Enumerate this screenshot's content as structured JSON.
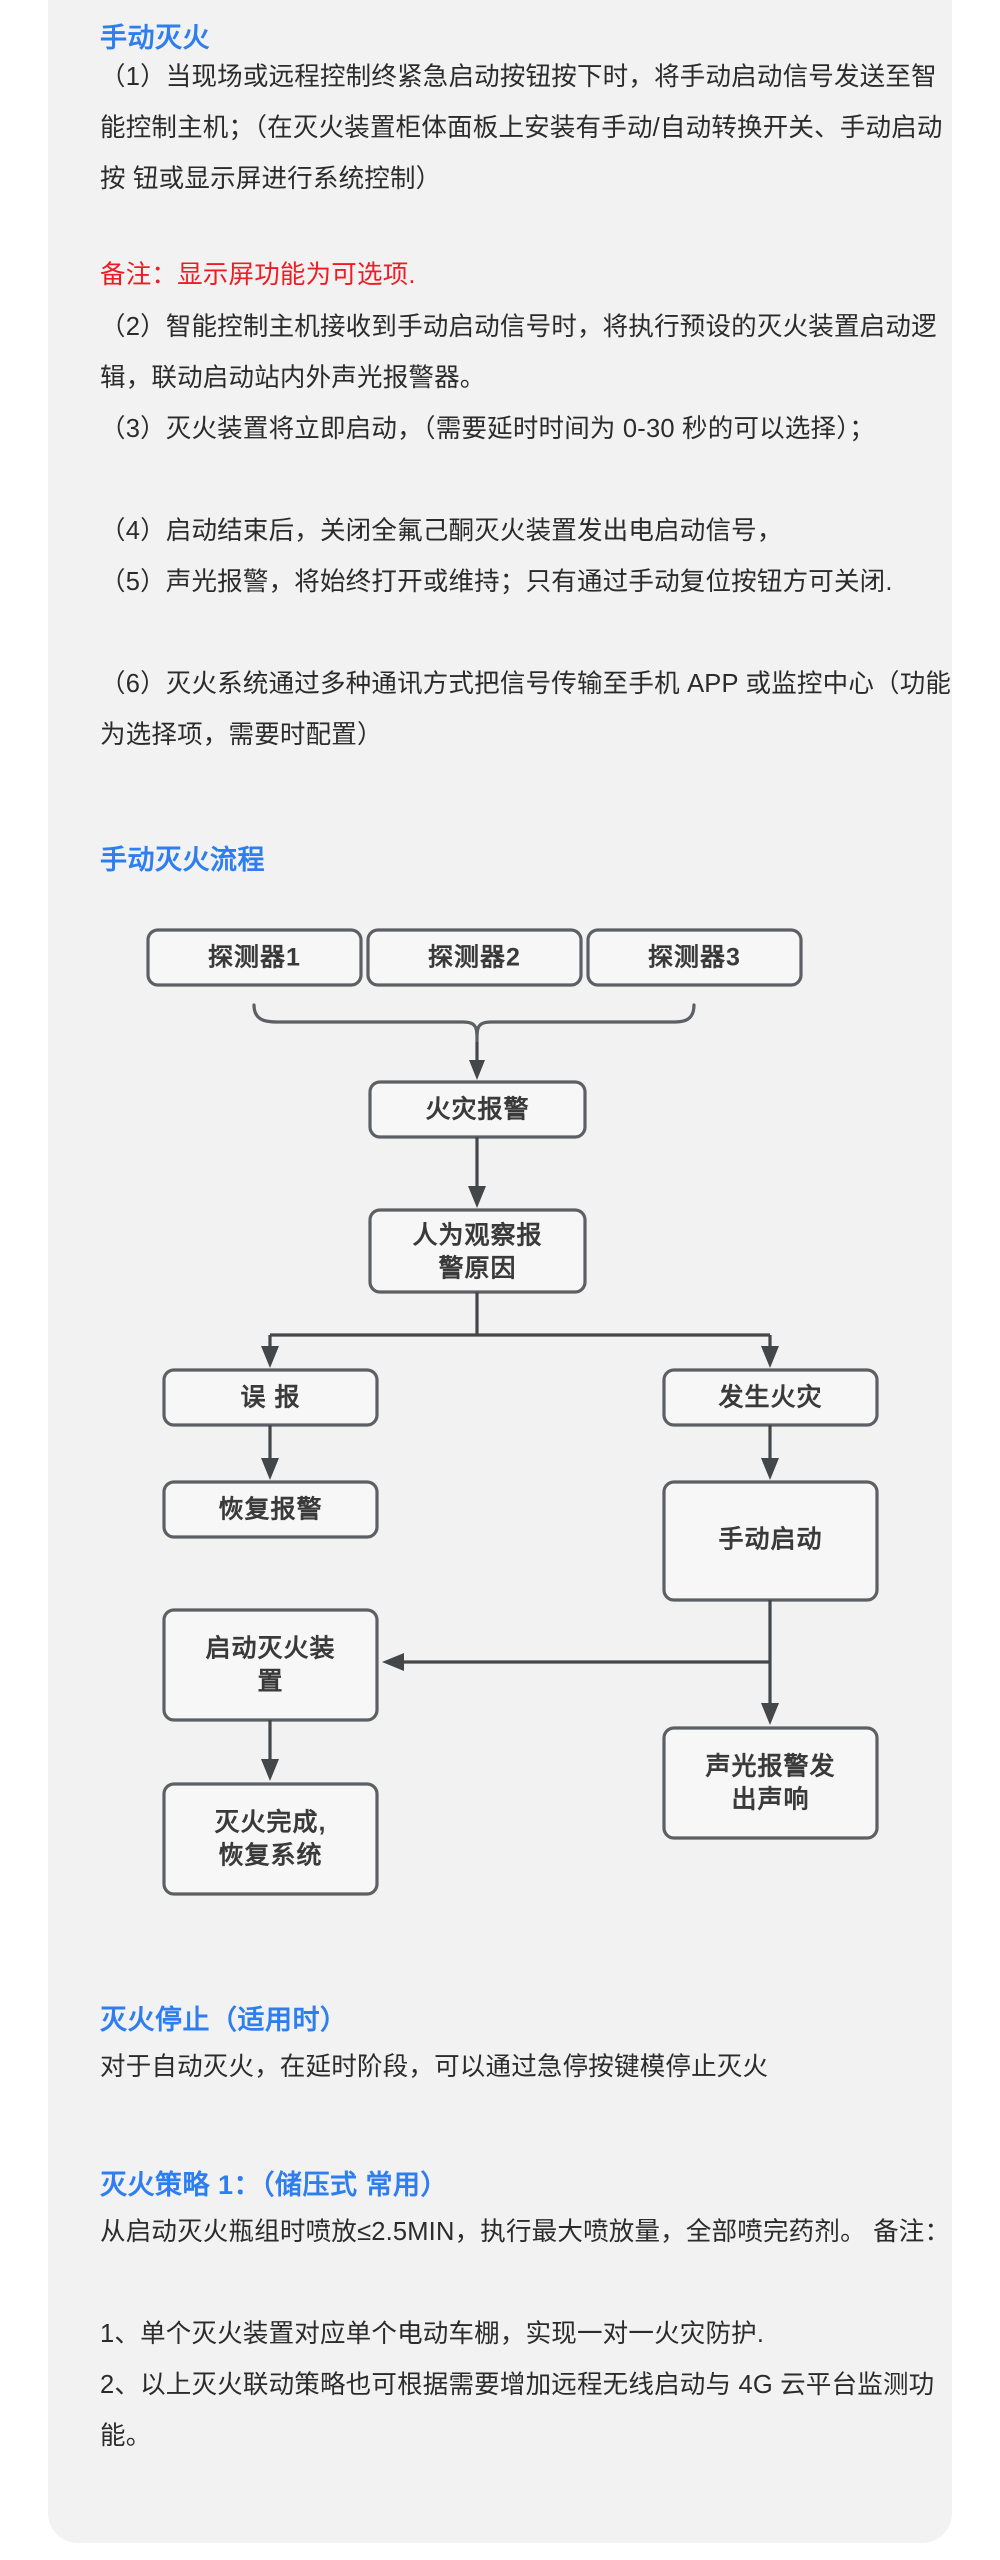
{
  "colors": {
    "heading_blue": "#2f7ef0",
    "note_red": "#ee1c24",
    "body_text": "#2b2b2b",
    "card_bg": "#f2f2f2",
    "page_bg": "#ffffff",
    "flow_stroke": "#5c5f63",
    "flow_fill": "#f7f7f7"
  },
  "sections": {
    "manual_extinguish": {
      "heading": "手动灭火",
      "items": [
        "（1）当现场或远程控制终紧急启动按钮按下时，将手动启动信号发送至智 能控制主机；（在灭火装置柜体面板上安装有手动/自动转换开关、手动启动按 钮或显示屏进行系统控制）",
        "（2）智能控制主机接收到手动启动信号时，将执行预设的灭火装置启动逻 辑，联动启动站内外声光报警器。",
        "（3）灭火装置将立即启动，（需要延时时间为 0-30 秒的可以选择）；",
        "（4）启动结束后，关闭全氟己酮灭火装置发出电启动信号，",
        "（5）声光报警，将始终打开或维持；只有通过手动复位按钮方可关闭.",
        "（6）灭火系统通过多种通讯方式把信号传输至手机 APP 或监控中心（功能 为选择项，需要时配置）"
      ],
      "note": "备注：显示屏功能为可选项."
    },
    "flow": {
      "heading": "手动灭火流程"
    },
    "stop": {
      "heading": "灭火停止（适用时）",
      "body": "对于自动灭火，在延时阶段，可以通过急停按键模停止灭火"
    },
    "strategy": {
      "heading": "灭火策略 1：（储压式 常用）",
      "body": "从启动灭火瓶组时喷放≤2.5MIN，执行最大喷放量，全部喷完药剂。 备注：",
      "notes": [
        "1、单个灭火装置对应单个电动车棚，实现一对一火灾防护.",
        "2、以上灭火联动策略也可根据需要增加远程无线启动与 4G 云平台监测功能。"
      ]
    }
  },
  "chart_data": {
    "type": "diagram",
    "title": "手动灭火流程",
    "nodes": [
      {
        "id": "d1",
        "label": "探测器1",
        "lines": [
          "探测器1"
        ]
      },
      {
        "id": "d2",
        "label": "探测器2",
        "lines": [
          "探测器2"
        ]
      },
      {
        "id": "d3",
        "label": "探测器3",
        "lines": [
          "探测器3"
        ]
      },
      {
        "id": "fire",
        "label": "火灾报警",
        "lines": [
          "火灾报警"
        ]
      },
      {
        "id": "obs",
        "label": "人为观察报警原因",
        "lines": [
          "人为观察报",
          "警原因"
        ]
      },
      {
        "id": "false",
        "label": "误 报",
        "lines": [
          "误  报"
        ]
      },
      {
        "id": "real",
        "label": "发生火灾",
        "lines": [
          "发生火灾"
        ]
      },
      {
        "id": "rest",
        "label": "恢复报警",
        "lines": [
          "恢复报警"
        ]
      },
      {
        "id": "man",
        "label": "手动启动",
        "lines": [
          "手动启动"
        ]
      },
      {
        "id": "start",
        "label": "启动灭火装置",
        "lines": [
          "启动灭火装",
          "置"
        ]
      },
      {
        "id": "done",
        "label": "灭火完成,恢复系统",
        "lines": [
          "灭火完成,",
          "恢复系统"
        ]
      },
      {
        "id": "sound",
        "label": "声光报警发出声响",
        "lines": [
          "声光报警发",
          "出声响"
        ]
      }
    ],
    "edges": [
      {
        "from": "d1",
        "to": "fire",
        "style": "brace"
      },
      {
        "from": "d2",
        "to": "fire",
        "style": "brace"
      },
      {
        "from": "d3",
        "to": "fire",
        "style": "brace"
      },
      {
        "from": "fire",
        "to": "obs",
        "style": "arrow"
      },
      {
        "from": "obs",
        "to": "false",
        "style": "arrow"
      },
      {
        "from": "obs",
        "to": "real",
        "style": "arrow"
      },
      {
        "from": "false",
        "to": "rest",
        "style": "arrow"
      },
      {
        "from": "real",
        "to": "man",
        "style": "arrow"
      },
      {
        "from": "man",
        "to": "start",
        "style": "arrow"
      },
      {
        "from": "man",
        "to": "sound",
        "style": "arrow"
      },
      {
        "from": "start",
        "to": "done",
        "style": "arrow"
      }
    ]
  }
}
